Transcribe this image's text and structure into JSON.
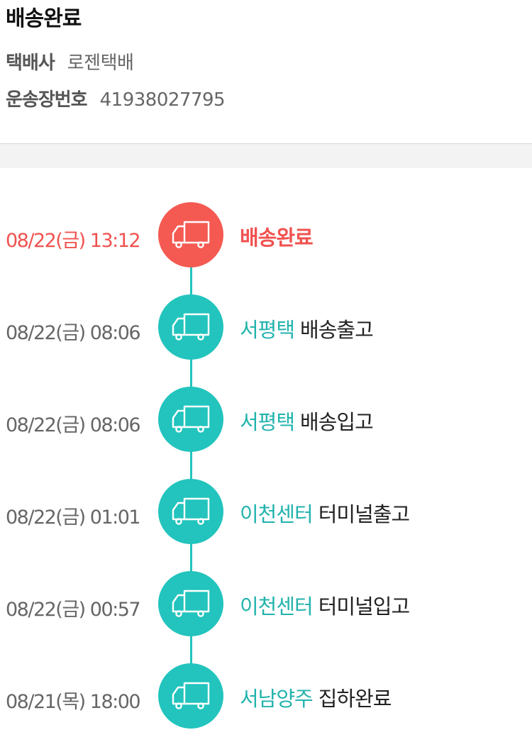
{
  "header": {
    "status_title": "배송완료",
    "carrier_label": "택배사",
    "carrier_value": "로젠택배",
    "tracking_label": "운송장번호",
    "tracking_value": "41938027795"
  },
  "timeline": [
    {
      "time": "08/22(금) 13:12",
      "location": "",
      "event": "배송완료",
      "active": true
    },
    {
      "time": "08/22(금) 08:06",
      "location": "서평택",
      "event": "배송출고",
      "active": false
    },
    {
      "time": "08/22(금) 08:06",
      "location": "서평택",
      "event": "배송입고",
      "active": false
    },
    {
      "time": "08/22(금) 01:01",
      "location": "이천센터",
      "event": "터미널출고",
      "active": false
    },
    {
      "time": "08/22(금) 00:57",
      "location": "이천센터",
      "event": "터미널입고",
      "active": false
    },
    {
      "time": "08/21(목) 18:00",
      "location": "서남양주",
      "event": "집하완료",
      "active": false
    }
  ],
  "colors": {
    "active": "#f45a52",
    "normal": "#22c4bd",
    "location_text": "#22b3ad"
  },
  "icons": {
    "timeline_node": "delivery-truck-icon"
  }
}
